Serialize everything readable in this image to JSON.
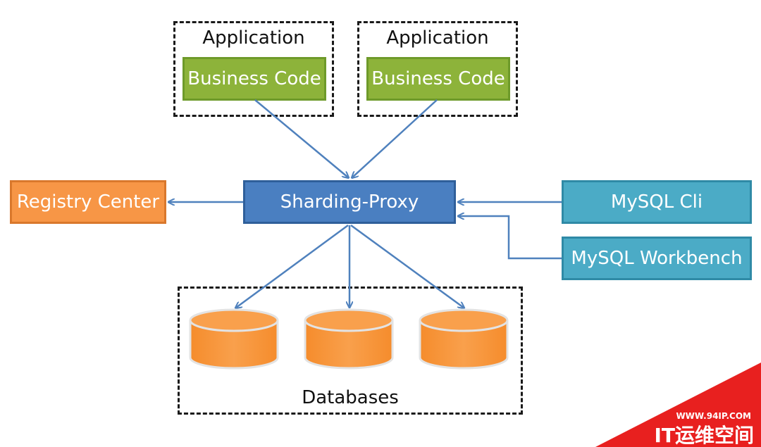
{
  "diagram": {
    "apps": [
      {
        "container_label": "Application",
        "code_label": "Business Code"
      },
      {
        "container_label": "Application",
        "code_label": "Business Code"
      }
    ],
    "proxy_label": "Sharding-Proxy",
    "registry_label": "Registry Center",
    "clients": [
      {
        "label": "MySQL Cli"
      },
      {
        "label": "MySQL Workbench"
      }
    ],
    "databases_label": "Databases"
  },
  "watermark": {
    "url": "WWW.94IP.COM",
    "brand": "IT运维空间",
    "color": "#e8201f"
  },
  "colors": {
    "business_code": "#8db33a",
    "proxy": "#4a7fc1",
    "registry": "#f79646",
    "clients": "#4babc6",
    "database": "#f79646",
    "arrow": "#4f81bd"
  }
}
